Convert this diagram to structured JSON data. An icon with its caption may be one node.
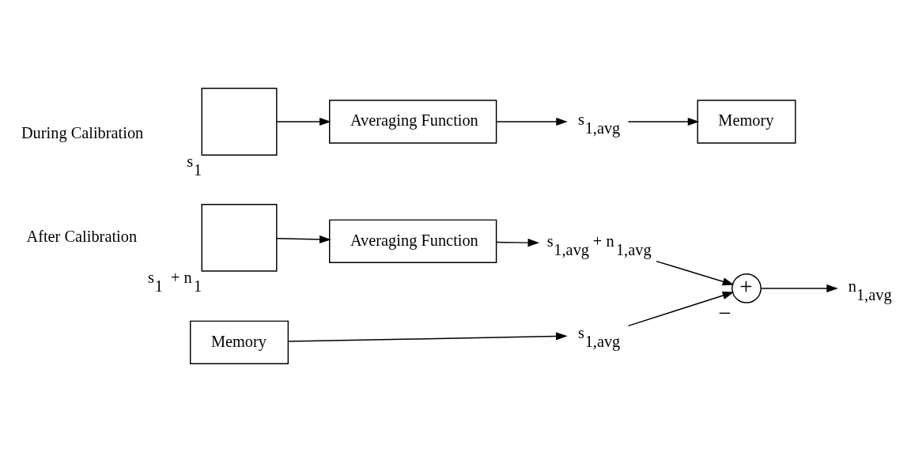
{
  "diagram": {
    "nodes": [
      {
        "text": [],
        "shape": "box",
        "beside": [
          "s$_{1}$"
        ]
      },
      {
        "text": [
          "Averaging Function"
        ]
      },
      {
        "text": [
          "s$_{1,avg}$"
        ]
      },
      {
        "text": [
          "Memory"
        ]
      },
      {
        "text": [],
        "shape": "box",
        "beside": [
          "s$_{1}$ + n$_{1}$"
        ]
      },
      {
        "text": [
          "Averaging Function"
        ]
      },
      {
        "text": [
          "s$_{1,avg}$ + n$_{1,avg}$"
        ]
      },
      {
        "text": [
          "Memory"
        ]
      },
      {
        "text": [
          "s$_{1,avg}$"
        ]
      },
      {
        "text": [
          "+"
        ],
        "beside": [
          "−"
        ]
      },
      {
        "text": [
          "n$_{1,avg}$"
        ]
      }
    ],
    "edges": [
      {
        "from": 0,
        "to": 1,
        "arrow": "to"
      },
      {
        "from": 1,
        "to": 2,
        "arrow": "to"
      },
      {
        "from": 2,
        "to": 3,
        "arrow": "to"
      },
      {
        "from": 4,
        "to": 5,
        "arrow": "to"
      },
      {
        "from": 5,
        "to": 6,
        "arrow": "to"
      },
      {
        "from": 6,
        "to": 9,
        "arrow": "to"
      },
      {
        "from": 7,
        "to": 8,
        "arrow": "to"
      },
      {
        "from": 8,
        "to": 9,
        "arrow": "to"
      },
      {
        "from": 9,
        "to": 10,
        "arrow": "to"
      }
    ],
    "labels": [
      "During Calibration",
      "After Calibration"
    ]
  }
}
